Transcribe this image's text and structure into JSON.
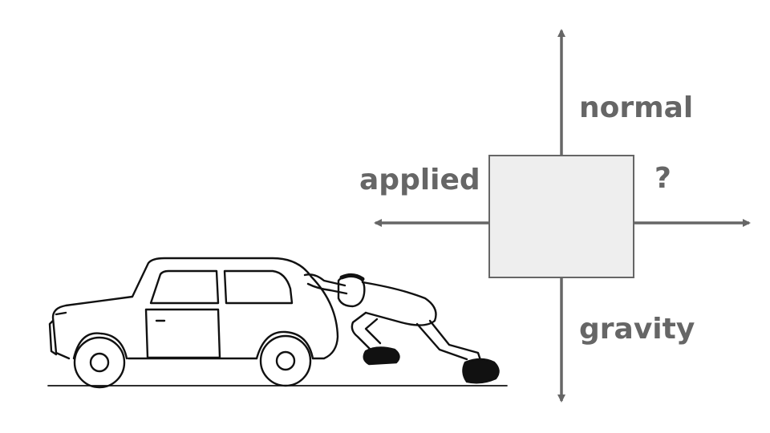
{
  "labels": {
    "normal": "normal",
    "applied": "applied",
    "unknown": "?",
    "gravity": "gravity"
  },
  "colors": {
    "arrow": "#666666",
    "box_fill": "#eeeeee",
    "box_stroke": "#666666",
    "label": "#666666",
    "sketch": "#111111"
  },
  "scene": {
    "figure": "person pushing car"
  }
}
